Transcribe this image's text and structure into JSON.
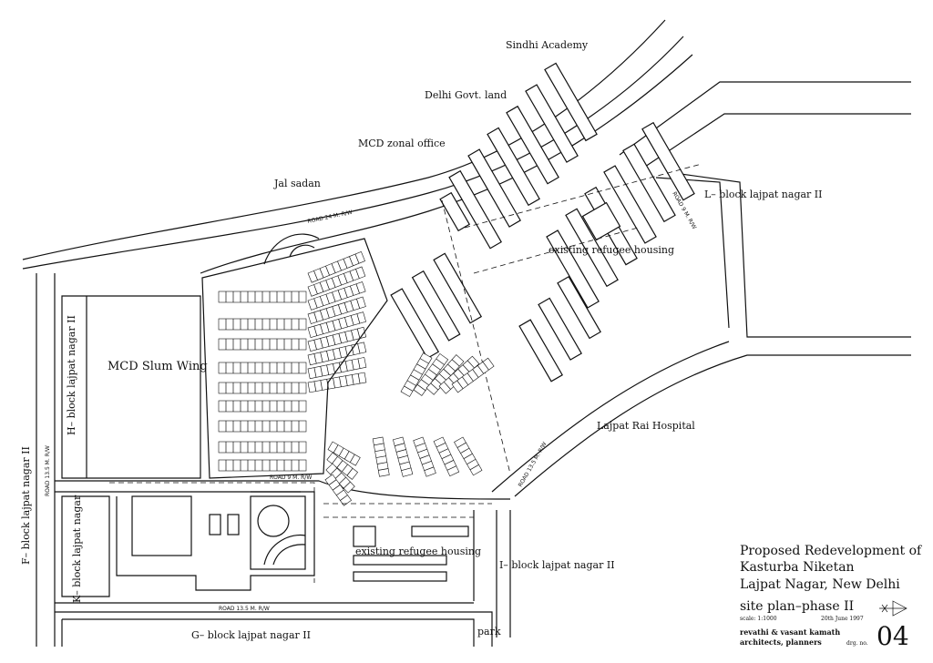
{
  "labels": {
    "sindhi_academy": "Sindhi Academy",
    "delhi_govt_land": "Delhi Govt. land",
    "mcd_zonal_office": "MCD zonal office",
    "jal_sadan": "Jal sadan",
    "l_block": "L– block lajpat nagar II",
    "existing_refugee_housing_top": "existing refugee housing",
    "mcd_slum_wing": "MCD Slum Wing",
    "h_block": "H– block lajpat nagar II",
    "f_block": "F– block lajpat nagar II",
    "k_block": "K– block lajpat nagar",
    "lajpat_rai_hospital": "Lajpat Rai Hospital",
    "existing_refugee_housing_bottom": "existing refugee housing",
    "i_block": "I– block lajpat nagar II",
    "g_block": "G– block lajpat nagar II",
    "park": "park"
  },
  "roads": {
    "road_24m": "ROAD 24 M. R/W",
    "road_9m_right": "ROAD 9 M. R/W",
    "road_13_5m_left": "ROAD 13.5 M. R/W",
    "road_13_5m_bottom": "ROAD 13.5 M. R/W",
    "road_13_5m_center": "ROAD 13.5 M. R/W",
    "road_9m_center": "ROAD 9 M. R/W"
  },
  "title_block": {
    "line1": "Proposed Redevelopment of",
    "line2": "Kasturba Niketan",
    "line3": "Lajpat Nagar, New Delhi",
    "sheet": "site plan–phase II",
    "scale": "scale: 1:1000",
    "date": "20th June 1997",
    "firm1": "revathi & vasant kamath",
    "firm2": "architects, planners",
    "drg_label": "drg. no.",
    "drg_no": "04"
  }
}
